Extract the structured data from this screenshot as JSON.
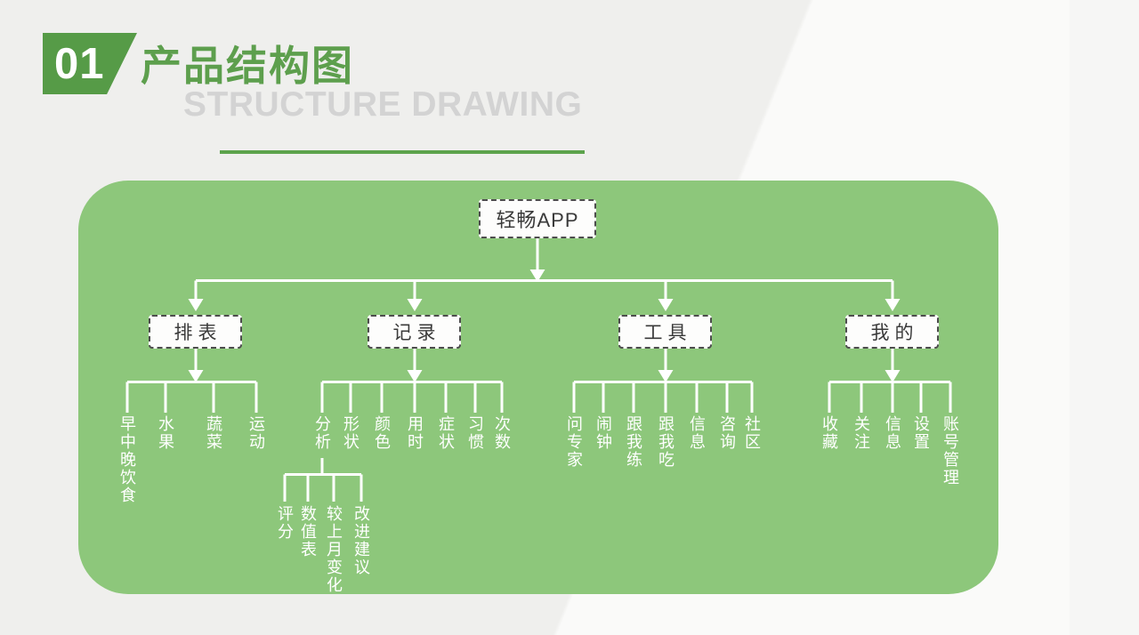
{
  "header": {
    "section_number": "01",
    "title": "产品结构图",
    "subtitle": "STRUCTURE DRAWING"
  },
  "colors": {
    "accent_green": "#569b47",
    "title_green": "#5d9f4d",
    "panel_green": "#8dc77b",
    "subtitle_gray": "#d3d3d3",
    "connector_white": "#ffffff",
    "node_border": "#4d4d4d",
    "node_text": "#3a3a3a"
  },
  "diagram": {
    "type": "tree",
    "root": {
      "label": "轻畅APP"
    },
    "branches": [
      {
        "label": "排表",
        "children": [
          {
            "label": "早中晚饮食"
          },
          {
            "label": "水果"
          },
          {
            "label": "蔬菜"
          },
          {
            "label": "运动"
          }
        ]
      },
      {
        "label": "记录",
        "children": [
          {
            "label": "分析",
            "children": [
              {
                "label": "评分"
              },
              {
                "label": "数值表"
              },
              {
                "label": "较上月变化"
              },
              {
                "label": "改进建议"
              }
            ]
          },
          {
            "label": "形状"
          },
          {
            "label": "颜色"
          },
          {
            "label": "用时"
          },
          {
            "label": "症状"
          },
          {
            "label": "习惯"
          },
          {
            "label": "次数"
          }
        ]
      },
      {
        "label": "工具",
        "children": [
          {
            "label": "问专家"
          },
          {
            "label": "闹钟"
          },
          {
            "label": "跟我练"
          },
          {
            "label": "跟我吃"
          },
          {
            "label": "信息"
          },
          {
            "label": "咨询"
          },
          {
            "label": "社区"
          }
        ]
      },
      {
        "label": "我的",
        "children": [
          {
            "label": "收藏"
          },
          {
            "label": "关注"
          },
          {
            "label": "信息"
          },
          {
            "label": "设置"
          },
          {
            "label": "账号管理"
          }
        ]
      }
    ]
  }
}
